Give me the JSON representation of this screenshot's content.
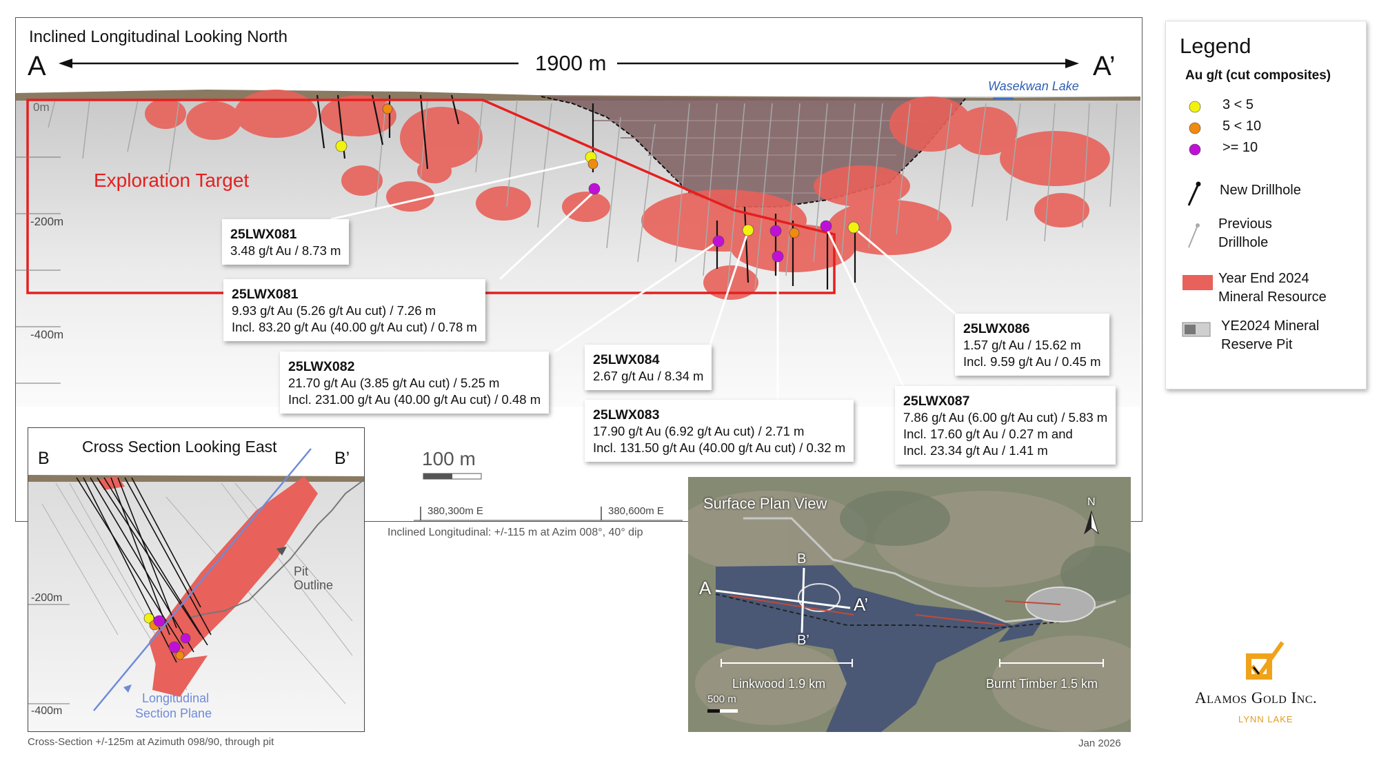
{
  "main_section": {
    "title": "Inclined Longitudinal Looking North",
    "start_label": "A",
    "end_label": "A’",
    "length_label": "1900 m",
    "lake_label": "Wasekwan Lake",
    "exploration_label": "Exploration Target",
    "depth_labels": [
      "0m",
      "-200m",
      "-400m"
    ],
    "scale_label": "100 m",
    "easting_labels": [
      "380,300m E",
      "380,600m E"
    ],
    "footnote": "Inclined Longitudinal: +/-115 m at Azim 008°, 40° dip"
  },
  "callouts": [
    {
      "title": "25LWX081",
      "lines": [
        "3.48 g/t Au / 8.73 m"
      ]
    },
    {
      "title": "25LWX081",
      "lines": [
        "9.93 g/t Au (5.26 g/t Au cut) / 7.26 m",
        "Incl. 83.20 g/t Au (40.00 g/t Au cut) / 0.78 m"
      ]
    },
    {
      "title": "25LWX082",
      "lines": [
        "21.70 g/t Au (3.85 g/t Au cut) / 5.25 m",
        "Incl. 231.00 g/t Au (40.00 g/t Au cut) / 0.48 m"
      ]
    },
    {
      "title": "25LWX084",
      "lines": [
        "2.67 g/t Au / 8.34 m"
      ]
    },
    {
      "title": "25LWX083",
      "lines": [
        "17.90 g/t Au (6.92 g/t Au cut) / 2.71 m",
        "Incl. 131.50 g/t Au (40.00 g/t Au cut) / 0.32 m"
      ]
    },
    {
      "title": "25LWX086",
      "lines": [
        "1.57 g/t Au / 15.62 m",
        "Incl. 9.59 g/t Au / 0.45 m"
      ]
    },
    {
      "title": "25LWX087",
      "lines": [
        "7.86 g/t Au (6.00 g/t Au cut) / 5.83 m",
        "Incl. 17.60 g/t Au / 0.27 m and",
        "Incl. 23.34 g/t Au / 1.41 m"
      ]
    }
  ],
  "legend": {
    "title": "Legend",
    "subtitle": "Au g/t (cut composites)",
    "grades": [
      {
        "label": "3 < 5",
        "color": "#f2f20f"
      },
      {
        "label": "5 < 10",
        "color": "#f08a10"
      },
      {
        "label": ">= 10",
        "color": "#c010d8"
      }
    ],
    "new_drillhole": "New Drillhole",
    "previous_drillhole": [
      "Previous",
      "Drillhole"
    ],
    "resource": [
      "Year End 2024",
      "Mineral Resource"
    ],
    "reserve_pit": [
      "YE2024 Mineral",
      "Reserve Pit"
    ],
    "resource_color": "#e8615a"
  },
  "cross_section": {
    "title": "Cross Section Looking East",
    "start_label": "B",
    "end_label": "B’",
    "pit_label": [
      "Pit",
      "Outline"
    ],
    "plane_label": [
      "Longitudinal",
      "Section Plane"
    ],
    "depth_labels": [
      "-200m",
      "-400m"
    ],
    "footnote": "Cross-Section +/-125m at Azimuth 098/90, through pit"
  },
  "plan_view": {
    "title": "Surface Plan View",
    "north": "N",
    "labels": {
      "a": "A",
      "a_prime": "A’",
      "b": "B",
      "b_prime": "B’"
    },
    "linkwood": "Linkwood 1.9 km",
    "burnt_timber": "Burnt Timber 1.5 km",
    "scale": "500 m"
  },
  "company": {
    "name": "Alamos Gold Inc.",
    "project": "LYNN LAKE"
  },
  "date": "Jan 2026"
}
